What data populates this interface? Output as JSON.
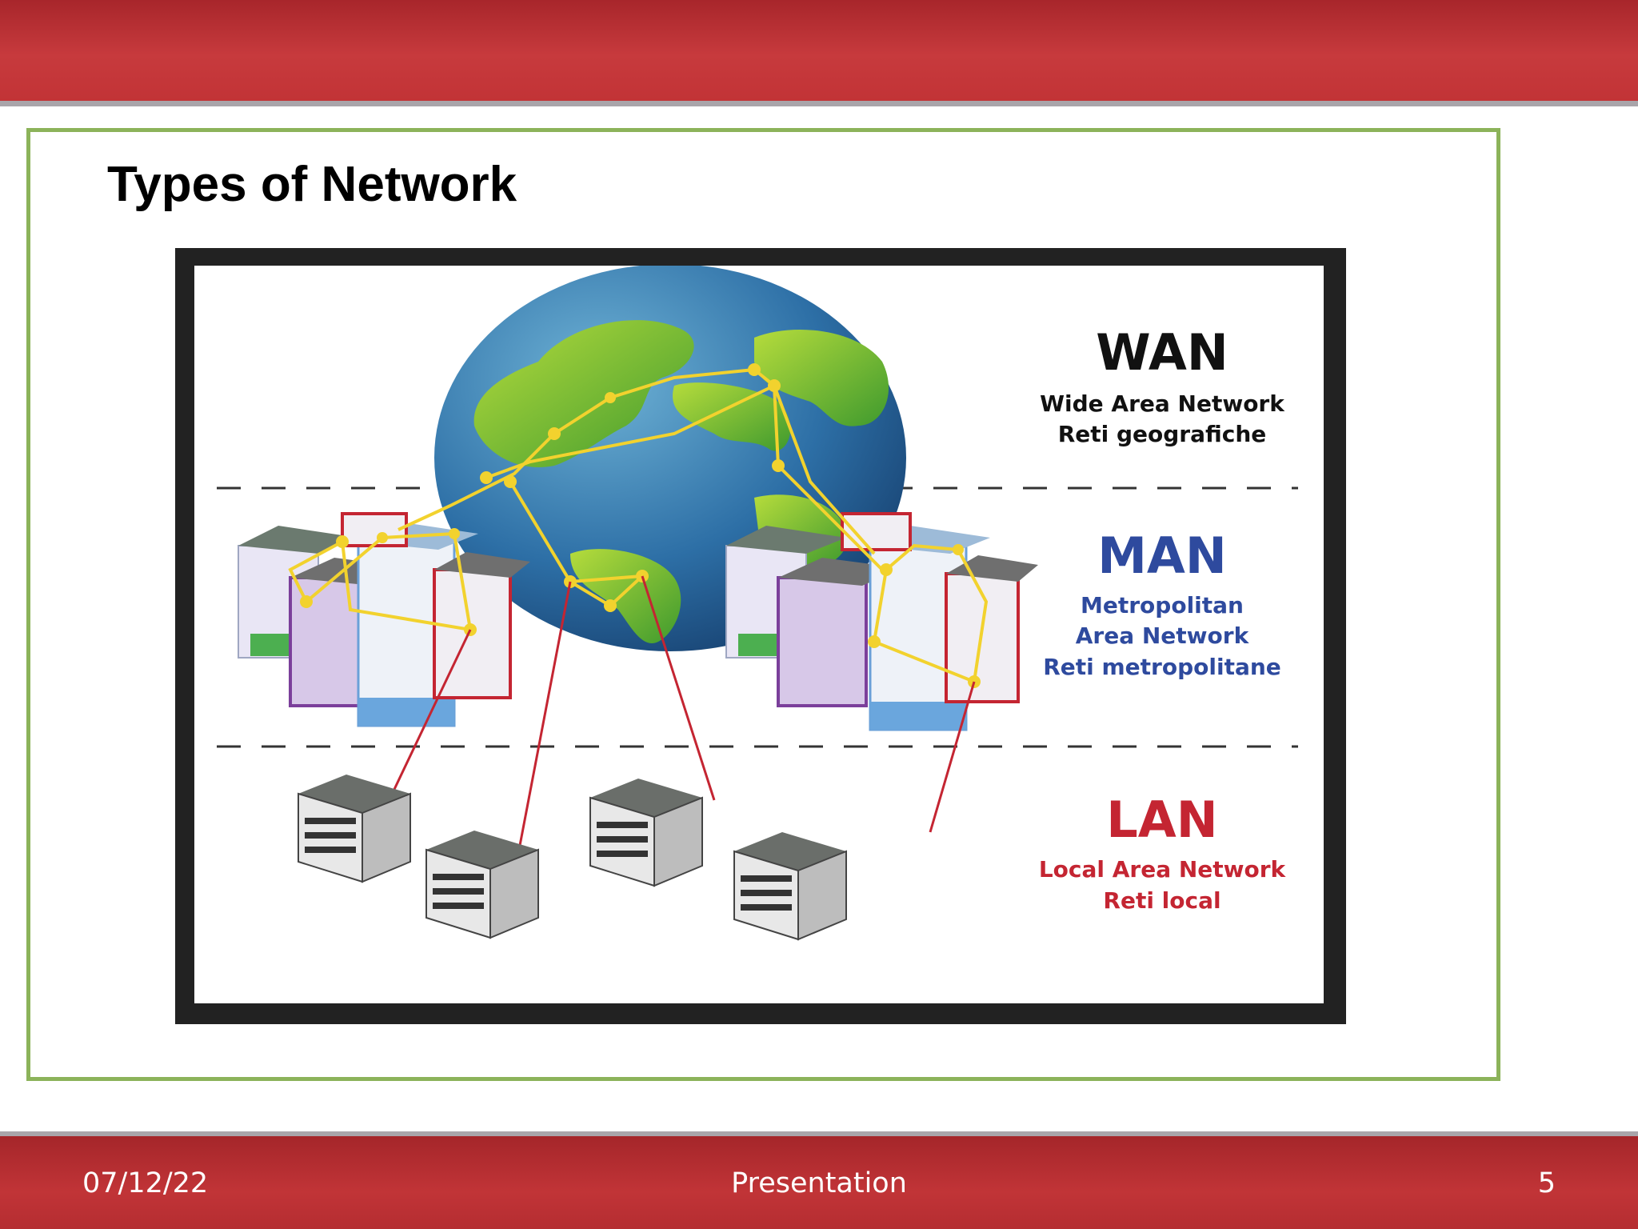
{
  "slide": {
    "title": "Types of Network",
    "page_number": "5"
  },
  "footer": {
    "date": "07/12/22",
    "center_text": "Presentation",
    "page": "5"
  },
  "diagram": {
    "wan": {
      "title": "WAN",
      "line1": "Wide Area Network",
      "line2": "Reti geografiche",
      "color": "#111111"
    },
    "man": {
      "title": "MAN",
      "line1": "Metropolitan",
      "line2": "Area Network",
      "line3": "Reti metropolitane",
      "color": "#2e4a9e"
    },
    "lan": {
      "title": "LAN",
      "line1": "Local Area Network",
      "line2": "Reti local",
      "color": "#c42532"
    }
  },
  "colors": {
    "header_red": "#c23336",
    "frame_green": "#8cb35a",
    "link_yellow": "#f2d22e",
    "link_red": "#c42532"
  }
}
